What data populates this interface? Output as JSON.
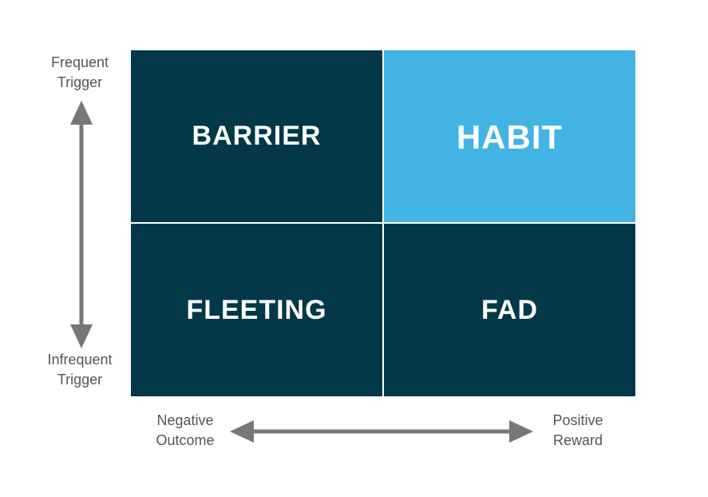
{
  "axes": {
    "y_top": [
      "Frequent",
      "Trigger"
    ],
    "y_bottom": [
      "Infrequent",
      "Trigger"
    ],
    "x_left": [
      "Negative",
      "Outcome"
    ],
    "x_right": [
      "Positive",
      "Reward"
    ]
  },
  "quadrants": {
    "top_left": {
      "label": "BARRIER",
      "color": "#023847"
    },
    "top_right": {
      "label": "HABIT",
      "color": "#41B4E4"
    },
    "bottom_left": {
      "label": "FLEETING",
      "color": "#023847"
    },
    "bottom_right": {
      "label": "FAD",
      "color": "#023847"
    }
  },
  "colors": {
    "arrow": "#777777",
    "axis_text": "#555555",
    "divider": "#ffffff"
  }
}
